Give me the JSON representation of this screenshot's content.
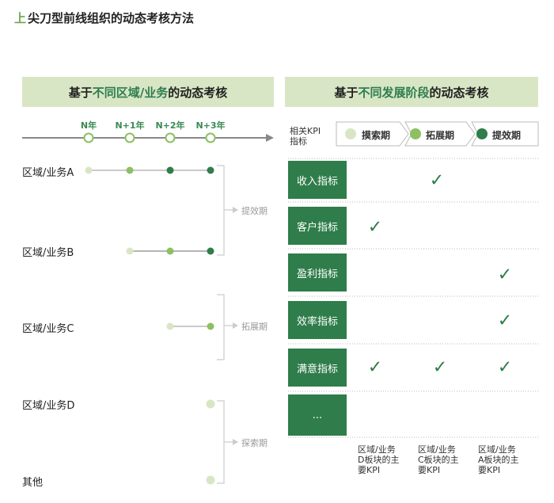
{
  "title": {
    "prefix": "上",
    "text": "尖刀型前线组织的动态考核方法"
  },
  "left_banner": {
    "pre": "基于",
    "hl": "不同区域/业务",
    "post": "的动态考核"
  },
  "right_banner": {
    "pre": "基于",
    "hl": "不同发展阶段",
    "post": "的动态考核"
  },
  "years": [
    "N年",
    "N+1年",
    "N+2年",
    "N+3年"
  ],
  "rows": [
    "区域/业务A",
    "区域/业务B",
    "区域/业务C",
    "区域/业务D",
    "其他"
  ],
  "phases": [
    "提效期",
    "拓展期",
    "探索期"
  ],
  "kpi_header": [
    "相关KPI",
    "指标"
  ],
  "stages": [
    "摸索期",
    "拓展期",
    "提效期"
  ],
  "stage_colors": [
    "#d8e6c5",
    "#8cc063",
    "#2f7d4a"
  ],
  "kpis": [
    "收入指标",
    "客户指标",
    "盈利指标",
    "效率指标",
    "满意指标",
    "..."
  ],
  "check_glyph": "✓",
  "footnotes": [
    [
      "区域/业务",
      "D板块的主",
      "要KPI"
    ],
    [
      "区域/业务",
      "C板块的主",
      "要KPI"
    ],
    [
      "区域/业务",
      "A板块的主",
      "要KPI"
    ]
  ]
}
